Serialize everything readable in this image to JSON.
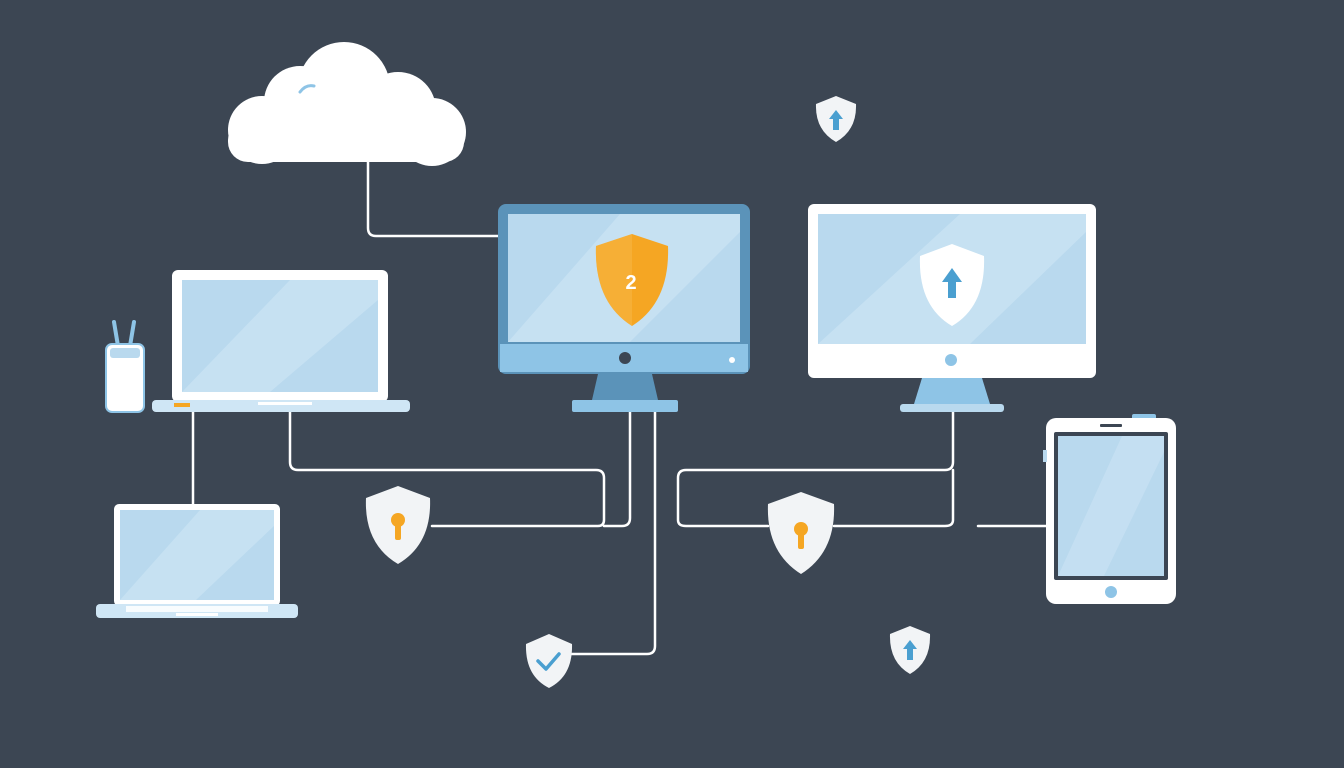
{
  "colors": {
    "background": "#3c4653",
    "line": "#ffffff",
    "screen": "#b9d9ee",
    "screen_shine": "#cfe6f5",
    "bezel_white": "#ffffff",
    "bezel_blue": "#5b93b9",
    "stand_blue": "#8ec4e6",
    "shield_white": "#f2f4f6",
    "shield_orange": "#f5a623",
    "icon_blue": "#4a9fd0",
    "cloud": "#ffffff"
  },
  "main_monitor": {
    "shield_label": "2",
    "shield_color": "orange"
  },
  "secure_monitor": {
    "shield_icon": "upload-arrow-icon"
  },
  "shields": [
    {
      "name": "shield-lock-left",
      "icon": "keyhole-icon"
    },
    {
      "name": "shield-lock-center",
      "icon": "keyhole-icon"
    },
    {
      "name": "shield-check-bottom",
      "icon": "checkmark-icon"
    },
    {
      "name": "shield-arrow-top",
      "icon": "upload-arrow-icon"
    },
    {
      "name": "shield-arrow-bottom",
      "icon": "upload-arrow-icon"
    }
  ]
}
